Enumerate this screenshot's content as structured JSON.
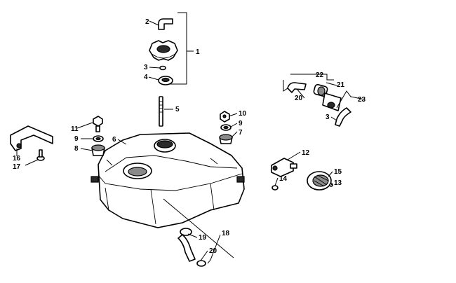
{
  "callouts": [
    "1",
    "2",
    "3",
    "4",
    "5",
    "6",
    "7",
    "8",
    "9",
    "10",
    "11",
    "12",
    "13",
    "14",
    "15",
    "16",
    "17",
    "18",
    "19",
    "20",
    "21",
    "22",
    "23"
  ],
  "labels": {
    "c1": "1",
    "c2": "2",
    "c3a": "3",
    "c4": "4",
    "c5": "5",
    "c6": "6",
    "c7": "7",
    "c8": "8",
    "c9a": "9",
    "c9b": "9",
    "c10": "10",
    "c11": "11",
    "c12": "12",
    "c13": "13",
    "c14": "14",
    "c15": "15",
    "c16": "16",
    "c17": "17",
    "c18": "18",
    "c19": "19",
    "c20a": "20",
    "c20b": "20",
    "c21": "21",
    "c22": "22",
    "c23": "23",
    "c3b": "3"
  }
}
